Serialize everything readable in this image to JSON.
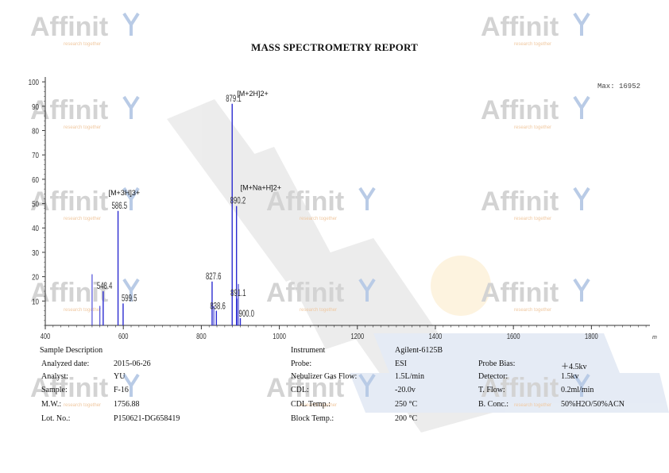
{
  "report": {
    "title": "MASS SPECTROMETRY REPORT",
    "watermark": "Affinit",
    "watermark_sub": "research together"
  },
  "chart_data": {
    "type": "bar",
    "x": [
      548.4,
      586.5,
      599.5,
      827.6,
      838.6,
      879.1,
      890.2,
      891.1,
      900.0
    ],
    "values": [
      14,
      47,
      9,
      18,
      6,
      91,
      49,
      11,
      3
    ],
    "labels": [
      "548.4",
      "586.5",
      "599.5",
      "827.6",
      "838.6",
      "879.1",
      "890.2",
      "891.1",
      "900.0"
    ],
    "minor_peaks": [
      {
        "x": 520,
        "y": 21
      },
      {
        "x": 540,
        "y": 8
      },
      {
        "x": 832,
        "y": 8
      },
      {
        "x": 895,
        "y": 17
      }
    ],
    "annotations": [
      {
        "text": "[M+3H]3+",
        "x": 586.5
      },
      {
        "text": "[M+2H]2+",
        "x": 879.1
      },
      {
        "text": "[M+Na+H]2+",
        "x": 890.2
      }
    ],
    "xlim": [
      400,
      1950
    ],
    "ylim": [
      0,
      102
    ],
    "xticks": [
      "400",
      "600",
      "800",
      "1000",
      "1200",
      "1400",
      "1600",
      "1800"
    ],
    "yticks": [
      "10",
      "20",
      "30",
      "40",
      "50",
      "60",
      "70",
      "80",
      "90",
      "100"
    ],
    "xlabel_unit": "m",
    "max_label": "Max: 16952",
    "bar_color": "#2b2bd0"
  },
  "sample": {
    "heading": "Sample Description",
    "rows": [
      {
        "label": "Analyzed date:",
        "value": "2015-06-26"
      },
      {
        "label": "Analyst:",
        "value": "YU"
      },
      {
        "label": "Sample:",
        "value": "F-16"
      },
      {
        "label": "M.W.:",
        "value": "1756.88"
      },
      {
        "label": "Lot. No.:",
        "value": "P150621-DG658419"
      }
    ]
  },
  "instrument": {
    "heading": "Instrument",
    "name": "Agilent-6125B",
    "rows": [
      {
        "label": "Probe:",
        "value": "ESI"
      },
      {
        "label": "Nebulizer Gas Flow:",
        "value": "1.5L/min"
      },
      {
        "label": "CDL:",
        "value": "-20.0v"
      },
      {
        "label": "CDL Temp.:",
        "value": "250 °C"
      },
      {
        "label": "Block Temp.:",
        "value": "200 °C"
      }
    ],
    "extra_rows": [
      {
        "label": "Probe Bias:",
        "value": "＋4.5kv"
      },
      {
        "label": "Detector:",
        "value": "1.5kv"
      },
      {
        "label": "T. Flow:",
        "value": "0.2ml/min"
      },
      {
        "label": "B. Conc.:",
        "value": "50%H2O/50%ACN"
      }
    ]
  }
}
